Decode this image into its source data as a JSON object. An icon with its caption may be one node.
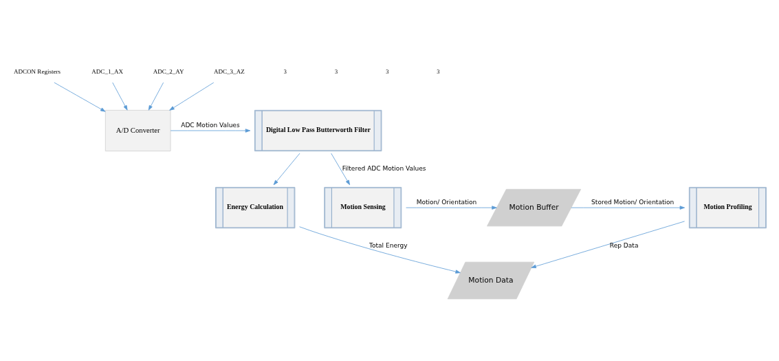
{
  "diagram": {
    "nodes": [
      {
        "text": [
          "ADCON Registers"
        ]
      },
      {
        "text": [
          "Digital Low Pass Butterworth Filter"
        ]
      },
      {
        "text": [
          "A/D Converter"
        ]
      },
      {
        "text": [
          "ADC_1_AX"
        ]
      },
      {
        "text": [
          "ADC_2_AY"
        ]
      },
      {
        "text": [
          "ADC_3_AZ"
        ]
      },
      {
        "text": [
          "Energy Calculation"
        ]
      },
      {
        "text": [
          "Motion Data"
        ]
      },
      {
        "text": [
          "Motion Sensing"
        ]
      },
      {
        "text": [
          "Motion Buffer"
        ]
      },
      {
        "text": [
          "Motion Profiling"
        ]
      }
    ],
    "edges": [
      {
        "from": 0,
        "to": 2,
        "arrow": "to"
      },
      {
        "from": 3,
        "to": 2,
        "arrow": "to"
      },
      {
        "from": 4,
        "to": 2,
        "arrow": "to"
      },
      {
        "from": 5,
        "to": 2,
        "arrow": "to"
      },
      {
        "from": 2,
        "to": 1,
        "arrow": "to",
        "label": "ADC Motion Values"
      },
      {
        "from": 1,
        "to": 8,
        "arrow": "to",
        "label": "Filtered ADC Motion Values"
      },
      {
        "from": 1,
        "to": 6,
        "arrow": "to"
      },
      {
        "from": 6,
        "to": 7,
        "arrow": "to",
        "label": "Total Energy"
      },
      {
        "from": 8,
        "to": 9,
        "arrow": "to",
        "label": "Motion/ Orientation"
      },
      {
        "from": 9,
        "to": 10,
        "arrow": "to",
        "label": "Stored Motion/ Orientation"
      },
      {
        "from": 10,
        "to": 7,
        "arrow": "to",
        "label": "Rep Data"
      }
    ],
    "labels": [
      "3",
      "3",
      "3",
      "3"
    ]
  }
}
